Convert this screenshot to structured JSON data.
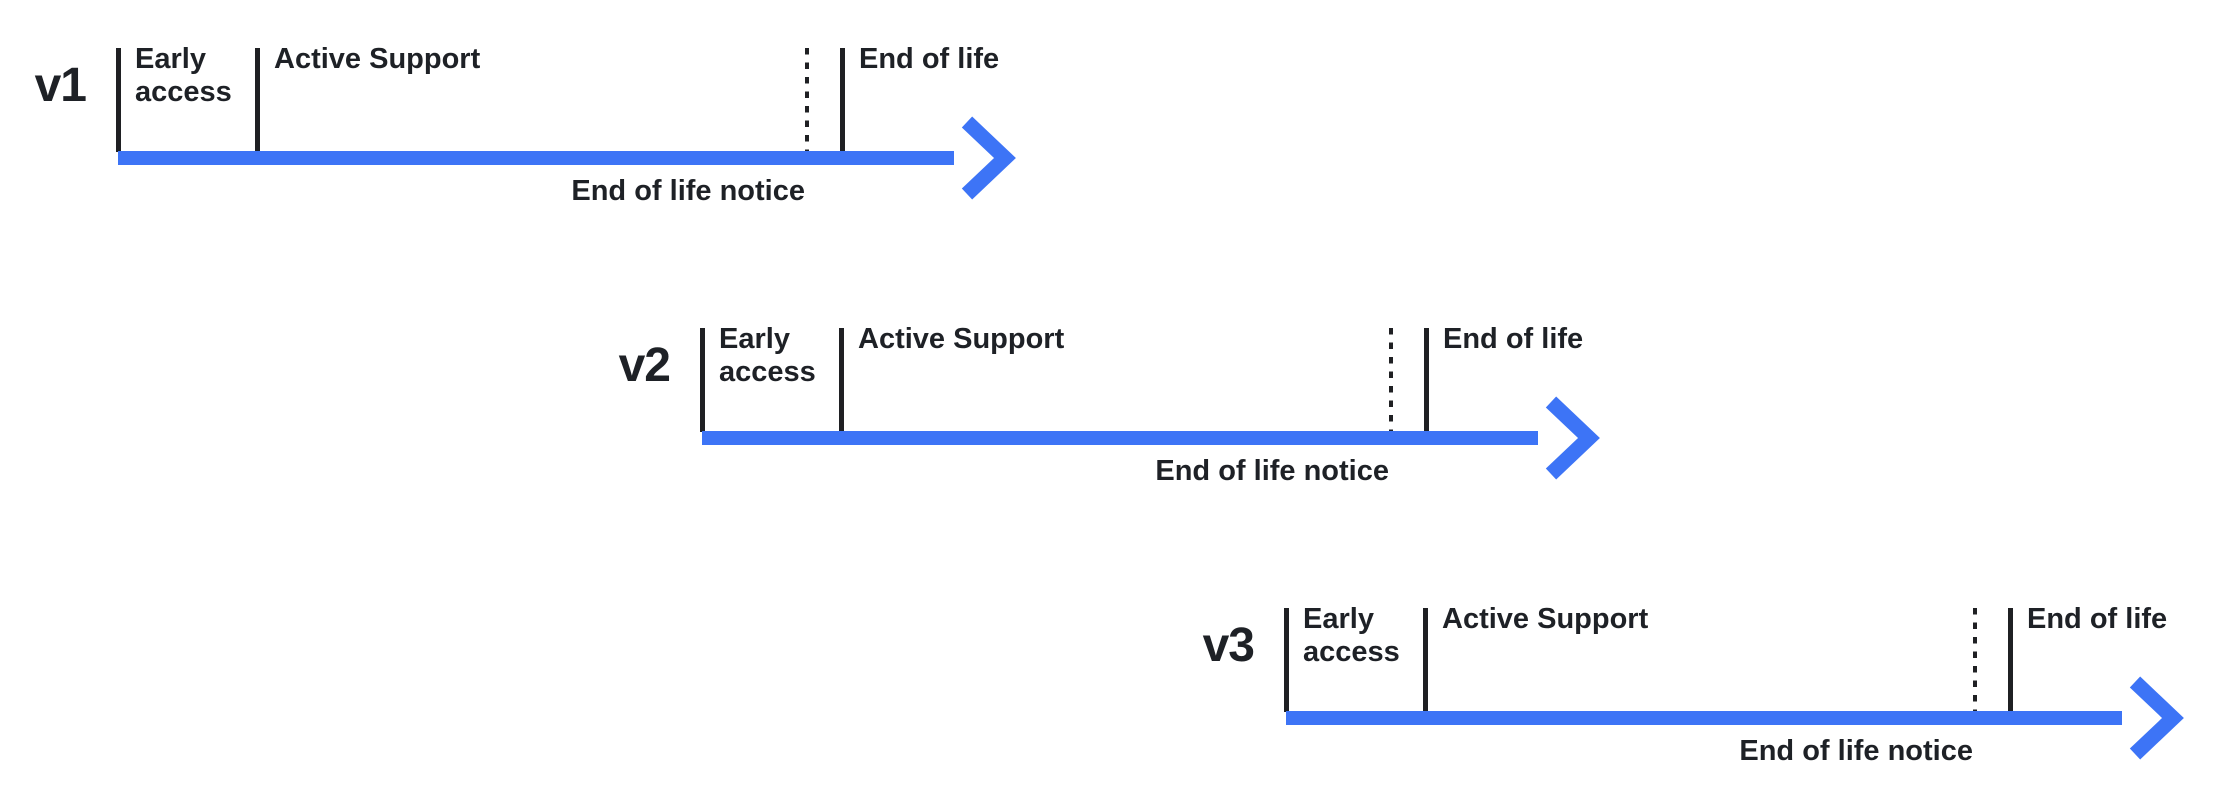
{
  "background": "#FFFFFF",
  "colors": {
    "arrow_blue": "#3D74F6",
    "text_dark": "#1E2126",
    "tick_black": "#1F2023"
  },
  "rows": [
    {
      "version": "v1",
      "early_access": "Early\naccess",
      "active_support": "Active Support",
      "end_of_life": "End of life",
      "end_of_life_notice": "End of life notice"
    },
    {
      "version": "v2",
      "early_access": "Early\naccess",
      "active_support": "Active Support",
      "end_of_life": "End of life",
      "end_of_life_notice": "End of life notice"
    },
    {
      "version": "v3",
      "early_access": "Early\naccess",
      "active_support": "Active Support",
      "end_of_life": "End of life",
      "end_of_life_notice": "End of life notice"
    }
  ]
}
